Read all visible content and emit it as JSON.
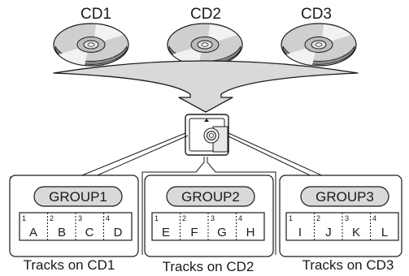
{
  "discs": [
    {
      "label": "CD1"
    },
    {
      "label": "CD2"
    },
    {
      "label": "CD3"
    }
  ],
  "groups": [
    {
      "label": "GROUP1",
      "caption": "Tracks on CD1",
      "tracks": [
        {
          "num": "1",
          "name": "A"
        },
        {
          "num": "2",
          "name": "B"
        },
        {
          "num": "3",
          "name": "C"
        },
        {
          "num": "4",
          "name": "D"
        }
      ]
    },
    {
      "label": "GROUP2",
      "caption": "Tracks on CD2",
      "tracks": [
        {
          "num": "1",
          "name": "E"
        },
        {
          "num": "2",
          "name": "F"
        },
        {
          "num": "3",
          "name": "G"
        },
        {
          "num": "4",
          "name": "H"
        }
      ]
    },
    {
      "label": "GROUP3",
      "caption": "Tracks on CD3",
      "tracks": [
        {
          "num": "1",
          "name": "I"
        },
        {
          "num": "2",
          "name": "J"
        },
        {
          "num": "3",
          "name": "K"
        },
        {
          "num": "4",
          "name": "L"
        }
      ]
    }
  ],
  "icons": {
    "disc": "cd-icon",
    "minidisc": "minidisc-icon",
    "arrow": "merge-arrow-icon"
  },
  "colors": {
    "arrow_fill": "#d9d9d9",
    "pill_fill": "#d9d9d9",
    "stroke": "#1a1a1a",
    "disc_fill": "#cfcfcf"
  }
}
